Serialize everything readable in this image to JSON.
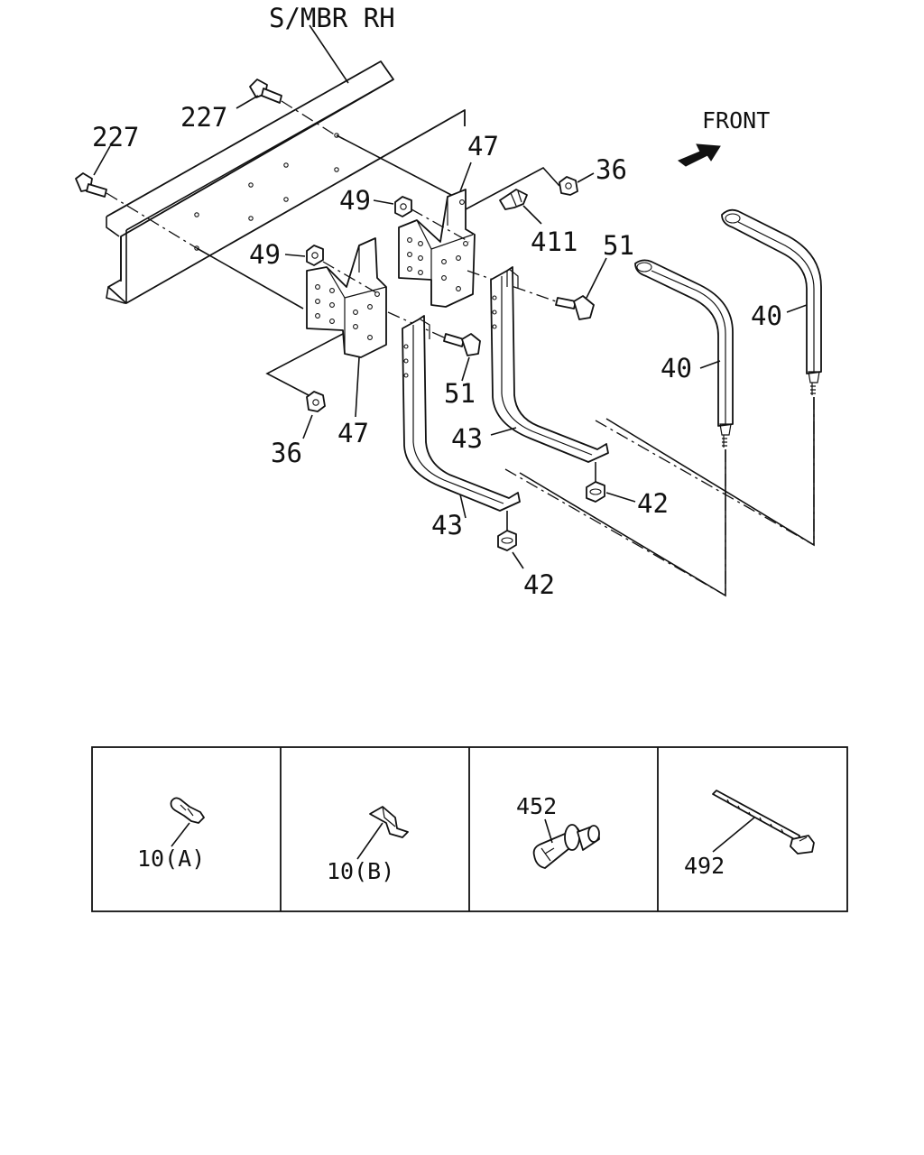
{
  "labels": {
    "side_member": "S/MBR RH",
    "front": "FRONT",
    "bolt_upper": "227",
    "bolt_left": "227",
    "bracket_upper": "47",
    "bracket_lower": "47",
    "nut_upper": "36",
    "nut_lower": "36",
    "washer_upper": "49",
    "washer_lower": "49",
    "clip_411": "411",
    "bolt_51_upper": "51",
    "bolt_51_lower": "51",
    "strap_right": "40",
    "strap_left": "40",
    "hanger_upper": "43",
    "hanger_lower": "43",
    "nut_42_upper": "42",
    "nut_42_lower": "42"
  },
  "detail_panels": [
    {
      "label": "10(A)"
    },
    {
      "label": "10(B)"
    },
    {
      "label": "452"
    },
    {
      "label": "492"
    }
  ]
}
